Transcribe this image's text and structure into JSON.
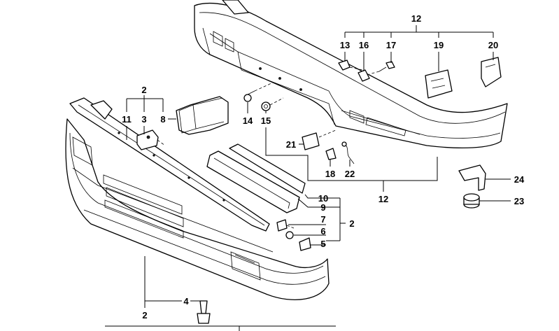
{
  "callouts": {
    "c12_top": "12",
    "c13": "13",
    "c16": "16",
    "c17": "17",
    "c19": "19",
    "c20": "20",
    "c2_top": "2",
    "c11": "11",
    "c3": "3",
    "c8": "8",
    "c14": "14",
    "c15": "15",
    "c21": "21",
    "c18": "18",
    "c22": "22",
    "c24": "24",
    "c23": "23",
    "c12_bottom": "12",
    "c10": "10",
    "c9": "9",
    "c7": "7",
    "c2_right": "2",
    "c6": "6",
    "c5": "5",
    "c4": "4",
    "c2_bottom": "2"
  }
}
